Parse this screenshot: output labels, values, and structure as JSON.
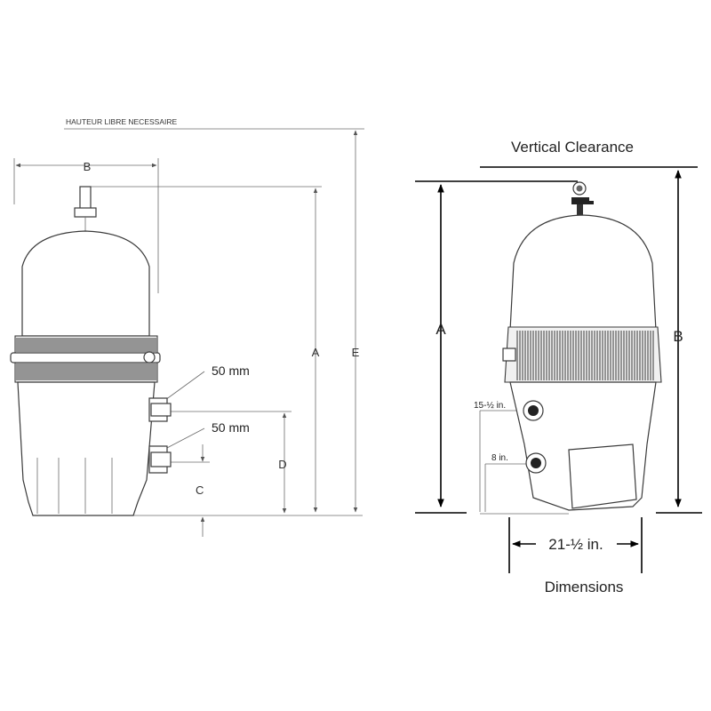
{
  "left_view": {
    "clearance_note": "HAUTEUR LIBRE NECESSAIRE",
    "dim_b": "B",
    "dim_a": "A",
    "dim_e": "E",
    "dim_d": "D",
    "dim_c": "C",
    "upper_port": "50 mm",
    "lower_port": "50 mm"
  },
  "right_view": {
    "title": "Vertical Clearance",
    "dim_a": "A",
    "dim_b": "B",
    "upper_port": "15-½ in.",
    "lower_port": "8 in.",
    "width": "21-½ in.",
    "caption": "Dimensions"
  }
}
